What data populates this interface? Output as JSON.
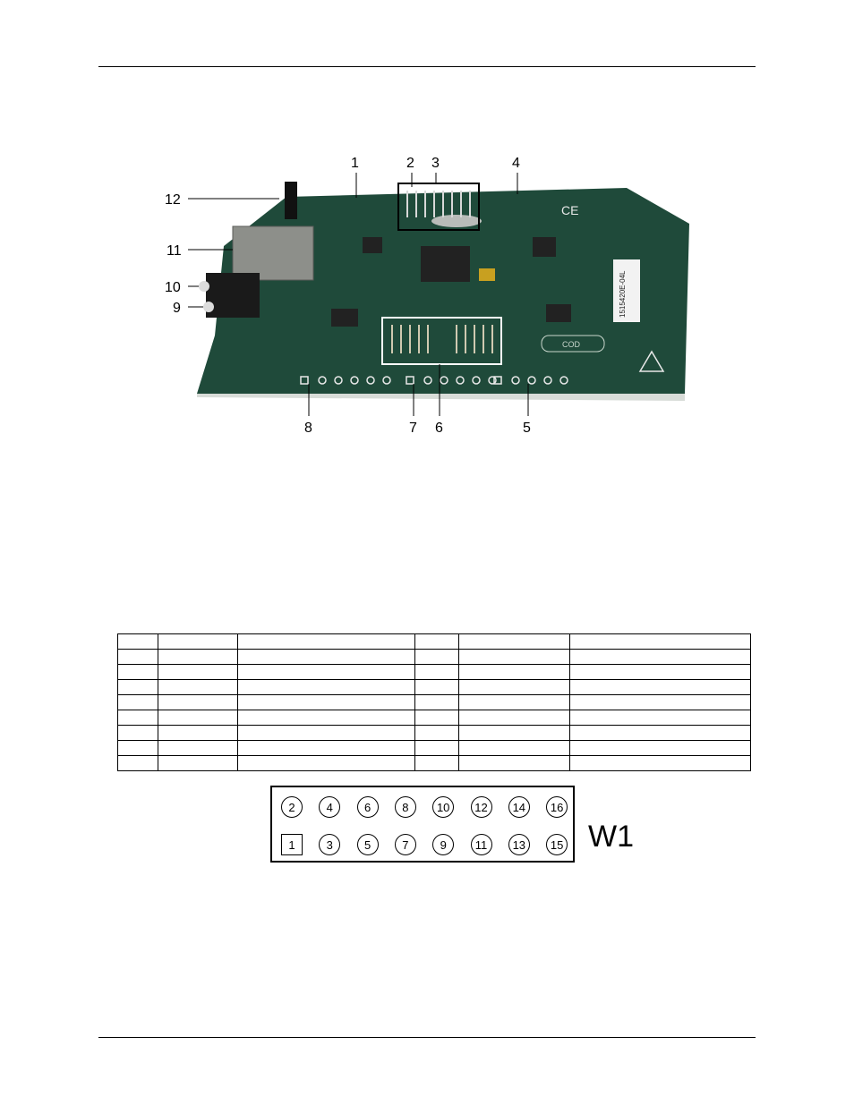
{
  "figure": {
    "callouts": [
      "1",
      "2",
      "3",
      "4",
      "5",
      "6",
      "7",
      "8",
      "9",
      "10",
      "11",
      "12"
    ],
    "board_text": {
      "mark": "CE",
      "cod": "COD",
      "serial": "1515420E-04L"
    },
    "colors": {
      "pcb": "#1f4a3a",
      "pcb_dark": "#143226",
      "silk": "#c8d6cc",
      "highlight": "#ffffff"
    }
  },
  "pin_table": {
    "rows": [
      [
        "",
        "",
        "",
        "",
        "",
        ""
      ],
      [
        "",
        "",
        "",
        "",
        "",
        ""
      ],
      [
        "",
        "",
        "",
        "",
        "",
        ""
      ],
      [
        "",
        "",
        "",
        "",
        "",
        ""
      ],
      [
        "",
        "",
        "",
        "",
        "",
        ""
      ],
      [
        "",
        "",
        "",
        "",
        "",
        ""
      ],
      [
        "",
        "",
        "",
        "",
        "",
        ""
      ],
      [
        "",
        "",
        "",
        "",
        "",
        ""
      ],
      [
        "",
        "",
        "",
        "",
        "",
        ""
      ]
    ]
  },
  "connector": {
    "label": "W1",
    "top_row": [
      "2",
      "4",
      "6",
      "8",
      "10",
      "12",
      "14",
      "16"
    ],
    "bottom_row": [
      "1",
      "3",
      "5",
      "7",
      "9",
      "11",
      "13",
      "15"
    ]
  }
}
